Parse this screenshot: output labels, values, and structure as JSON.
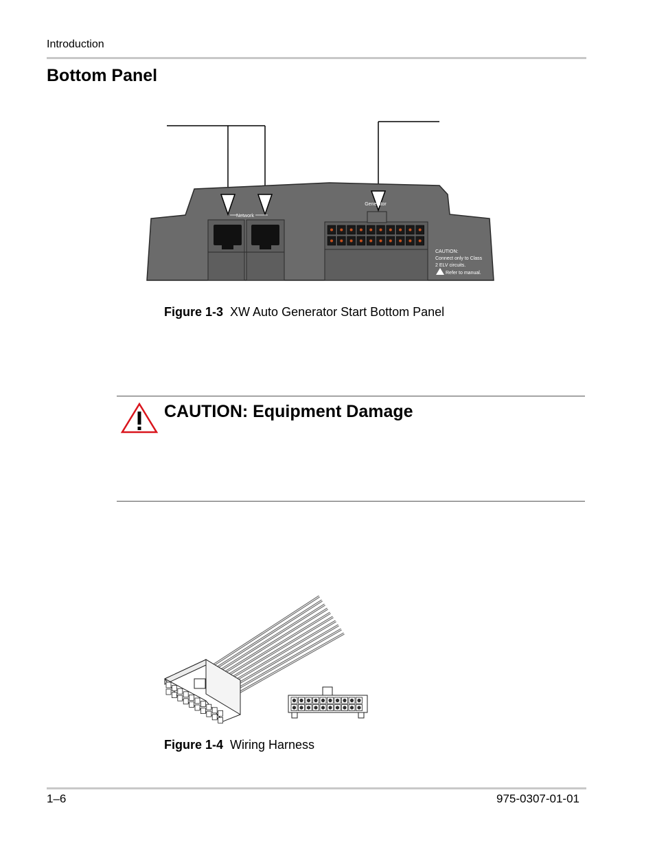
{
  "header": {
    "section": "Introduction"
  },
  "page": {
    "title": "Bottom Panel"
  },
  "figure3": {
    "label": "Figure 1-3",
    "caption": "XW Auto Generator Start Bottom Panel",
    "network_label": "Network",
    "generator_label": "Generator",
    "caution_line1": "CAUTION:",
    "caution_line2": "Connect only to Class",
    "caution_line3": "2 ELV circuits.",
    "caution_line4": "Refer to manual."
  },
  "caution": {
    "title": "CAUTION: Equipment Damage"
  },
  "figure4": {
    "label": "Figure 1-4",
    "caption": "Wiring Harness"
  },
  "footer": {
    "page_number": "1–6",
    "doc_number": "975-0307-01-01"
  },
  "colors": {
    "caution_red": "#d9141c",
    "device_grey": "#6b6b6b",
    "pin_orange": "#c8501e"
  }
}
